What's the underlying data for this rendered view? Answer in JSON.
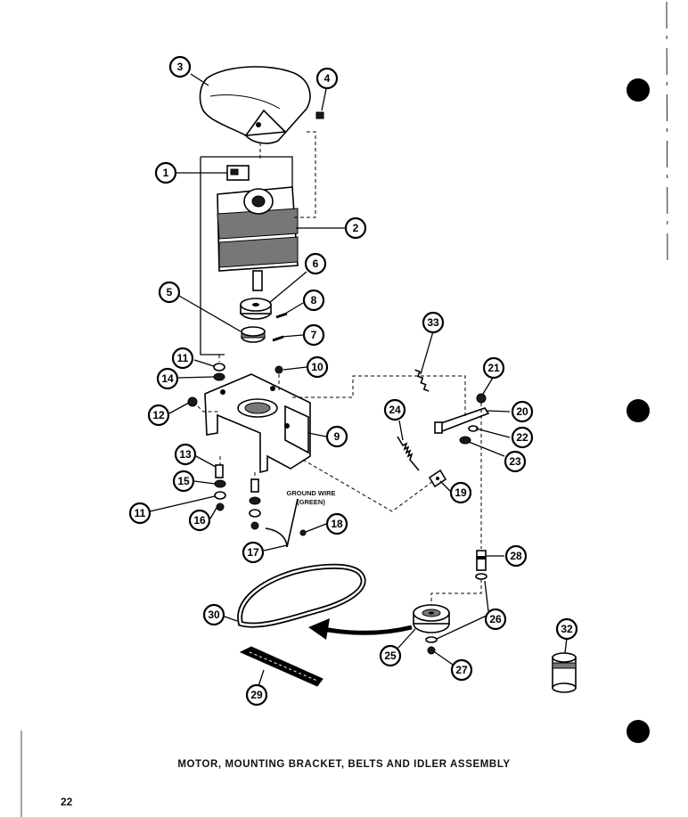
{
  "caption": "MOTOR, MOUNTING BRACKET, BELTS AND IDLER ASSEMBLY",
  "page_number": "22",
  "ground_wire_label": [
    "GROUND WIRE",
    "(GREEN)"
  ],
  "callouts": [
    {
      "id": "3",
      "label": "3"
    },
    {
      "id": "4",
      "label": "4"
    },
    {
      "id": "1",
      "label": "1"
    },
    {
      "id": "2",
      "label": "2"
    },
    {
      "id": "6",
      "label": "6"
    },
    {
      "id": "5",
      "label": "5"
    },
    {
      "id": "8",
      "label": "8"
    },
    {
      "id": "7",
      "label": "7"
    },
    {
      "id": "11a",
      "label": "11"
    },
    {
      "id": "10",
      "label": "10"
    },
    {
      "id": "14",
      "label": "14"
    },
    {
      "id": "12",
      "label": "12"
    },
    {
      "id": "9",
      "label": "9"
    },
    {
      "id": "13",
      "label": "13"
    },
    {
      "id": "15",
      "label": "15"
    },
    {
      "id": "11b",
      "label": "11"
    },
    {
      "id": "16",
      "label": "16"
    },
    {
      "id": "18",
      "label": "18"
    },
    {
      "id": "17",
      "label": "17"
    },
    {
      "id": "33",
      "label": "33"
    },
    {
      "id": "21",
      "label": "21"
    },
    {
      "id": "20",
      "label": "20"
    },
    {
      "id": "24",
      "label": "24"
    },
    {
      "id": "22",
      "label": "22"
    },
    {
      "id": "23",
      "label": "23"
    },
    {
      "id": "19",
      "label": "19"
    },
    {
      "id": "28",
      "label": "28"
    },
    {
      "id": "30",
      "label": "30"
    },
    {
      "id": "26",
      "label": "26"
    },
    {
      "id": "25",
      "label": "25"
    },
    {
      "id": "27",
      "label": "27"
    },
    {
      "id": "32",
      "label": "32"
    },
    {
      "id": "29",
      "label": "29"
    }
  ]
}
